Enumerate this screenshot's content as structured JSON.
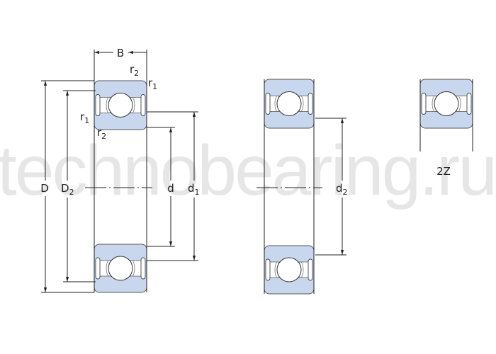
{
  "watermark": "technobearing.ru",
  "colors": {
    "ring": "#c8d7ee",
    "ring_stroke": "#555555",
    "line": "#222222"
  },
  "labels": {
    "B": "B",
    "r": "r",
    "r_sub1": "1",
    "r_sub2": "2",
    "D": "D",
    "D2": "D",
    "D2_sub": "2",
    "d": "d",
    "d1": "d",
    "d1_sub": "1",
    "d2": "d",
    "d2_sub": "2",
    "variant": "2Z"
  }
}
